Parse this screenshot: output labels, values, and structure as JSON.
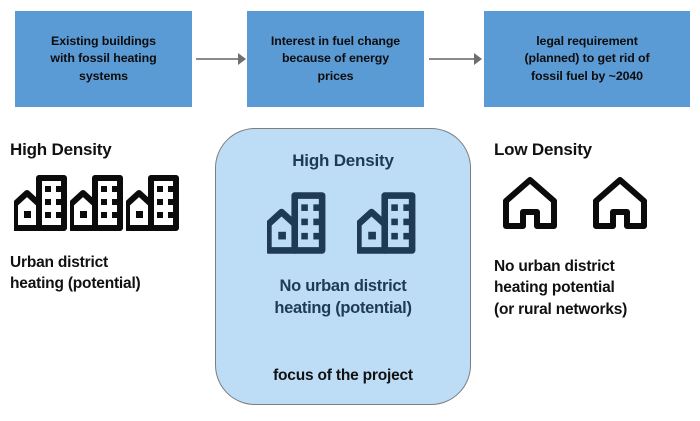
{
  "flow": {
    "steps": [
      {
        "id": "existing-buildings",
        "lines": [
          "Existing buildings",
          "with fossil heating",
          "systems"
        ]
      },
      {
        "id": "fuel-change-interest",
        "lines": [
          "Interest in fuel change",
          "because of energy",
          "prices"
        ]
      },
      {
        "id": "legal-requirement",
        "lines": [
          "legal requirement",
          "(planned) to get rid of",
          "fossil fuel by ~2040"
        ]
      }
    ],
    "connector_icon": "arrow-right-icon"
  },
  "columns": {
    "left": {
      "density_label": "High Density",
      "icon": "apartment-building-icon",
      "icon_count": 3,
      "caption_lines": [
        "Urban district",
        "heating (potential)"
      ]
    },
    "center": {
      "density_label": "High Density",
      "icon": "apartment-building-icon",
      "icon_count": 2,
      "caption_lines": [
        "No urban district",
        "heating (potential)"
      ],
      "focus_label": "focus of the project"
    },
    "right": {
      "density_label": "Low Density",
      "icon": "house-icon",
      "icon_count": 2,
      "caption_lines": [
        "No urban district",
        "heating potential",
        "(or rural networks)"
      ]
    }
  },
  "colors": {
    "flow_box_fill": "#5B9BD5",
    "panel_fill": "#BDDDF7",
    "panel_border": "#7d7d7d",
    "panel_text": "#1F3A56",
    "body_text": "#111111",
    "arrow": "#8a8a8a",
    "icon_black": "#0b0b0b"
  }
}
